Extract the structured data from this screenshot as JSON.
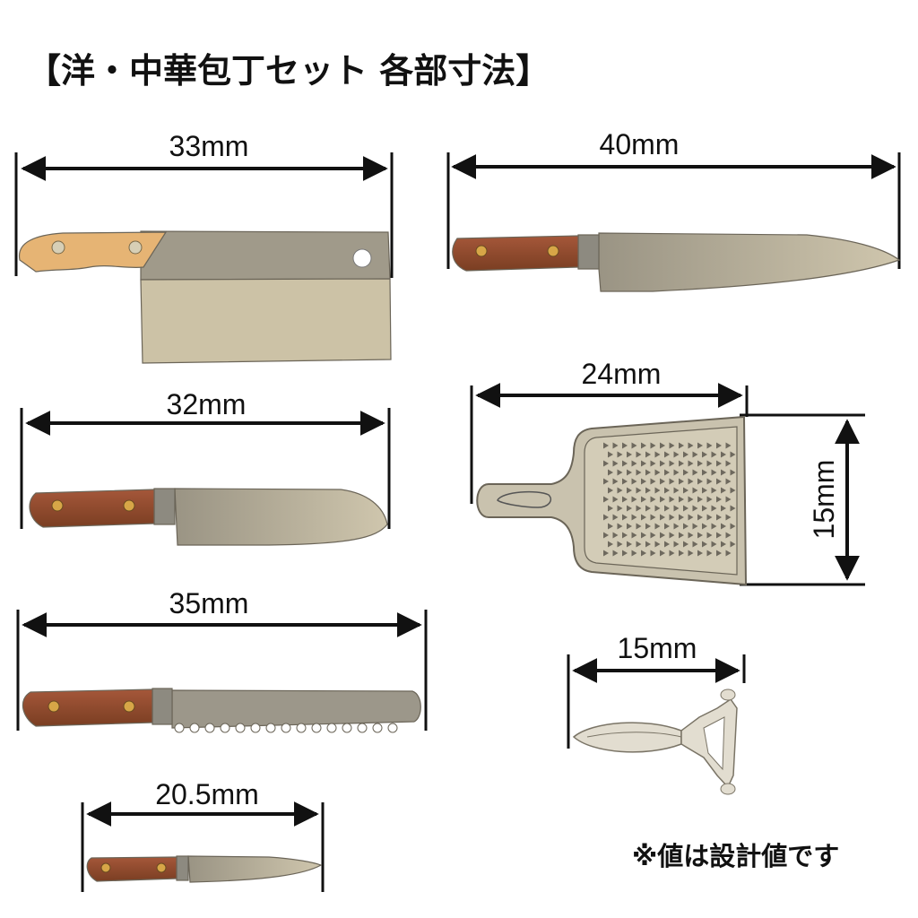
{
  "title": "【洋・中華包丁セット 各部寸法】",
  "items": [
    {
      "name": "cleaver",
      "dimension": "33mm"
    },
    {
      "name": "slicer-knife",
      "dimension": "40mm"
    },
    {
      "name": "santoku-knife",
      "dimension": "32mm"
    },
    {
      "name": "grater",
      "dimension": "24mm",
      "height_dimension": "15mm"
    },
    {
      "name": "bread-knife",
      "dimension": "35mm"
    },
    {
      "name": "peeler",
      "dimension": "15mm"
    },
    {
      "name": "paring-knife",
      "dimension": "20.5mm"
    }
  ],
  "footnote": "※値は設計値です",
  "colors": {
    "wood_light": "#e6b474",
    "wood_dark": "#8c4a2c",
    "blade_dark": "#a09a8a",
    "blade_light": "#ccc2a6",
    "rivet": "#d7c58f",
    "grater": "#c9c2ae"
  }
}
